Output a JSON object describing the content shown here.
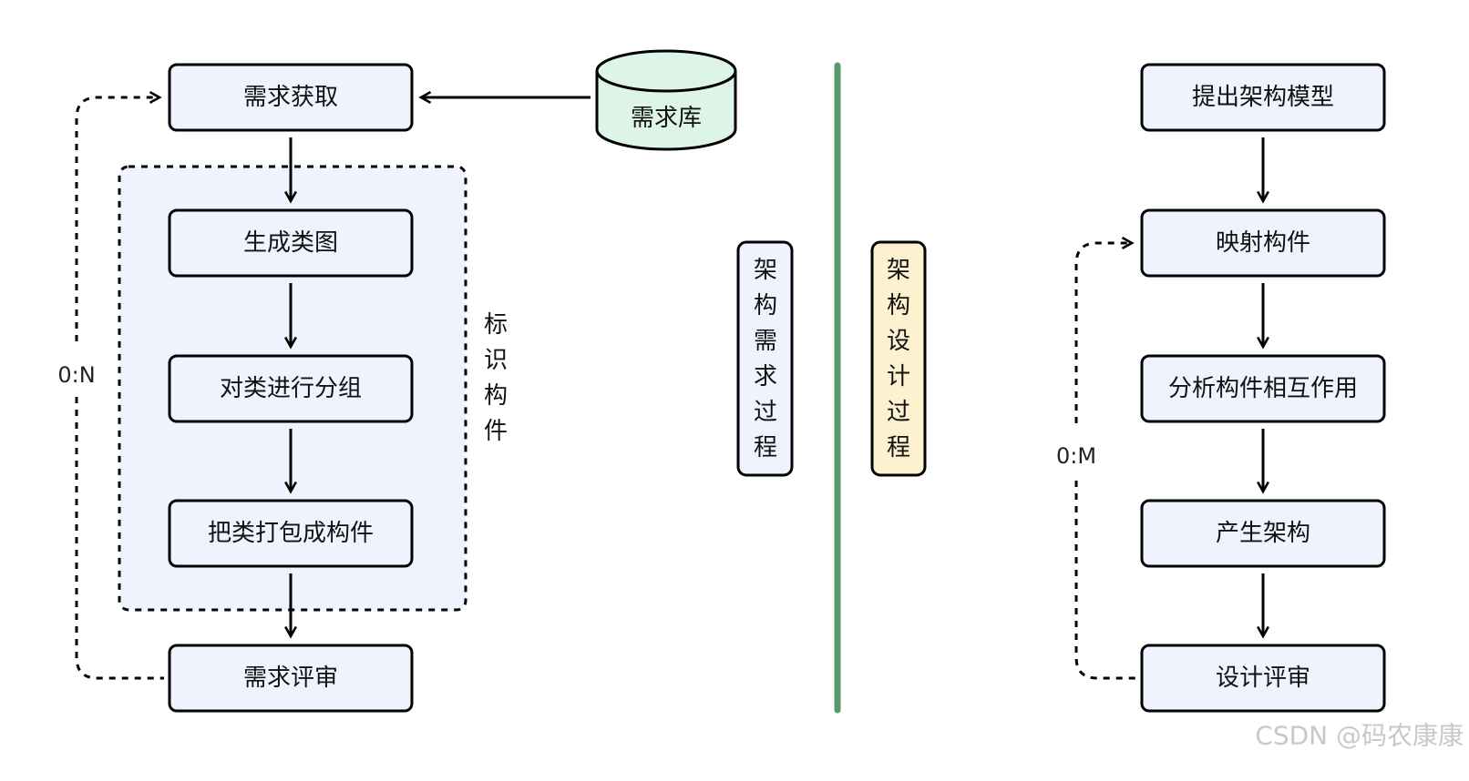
{
  "left": {
    "requirement_library": "需求库",
    "steps": [
      "需求获取",
      "生成类图",
      "对类进行分组",
      "把类打包成构件",
      "需求评审"
    ],
    "group_label": [
      "标",
      "识",
      "构",
      "件"
    ],
    "loop_label": "0:N"
  },
  "center": {
    "requirement_process": [
      "架",
      "构",
      "需",
      "求",
      "过",
      "程"
    ],
    "design_process": [
      "架",
      "构",
      "设",
      "计",
      "过",
      "程"
    ]
  },
  "right": {
    "steps": [
      "提出架构模型",
      "映射构件",
      "分析构件相互作用",
      "产生架构",
      "设计评审"
    ],
    "loop_label": "0:M"
  },
  "watermark": "CSDN @码农康康",
  "colors": {
    "box_fill": "#eef3fd",
    "group_fill": "#eef3fd",
    "cylinder_fill": "#dcf5e6",
    "design_fill": "#fdf1cf",
    "divider": "#5a9a6a"
  }
}
